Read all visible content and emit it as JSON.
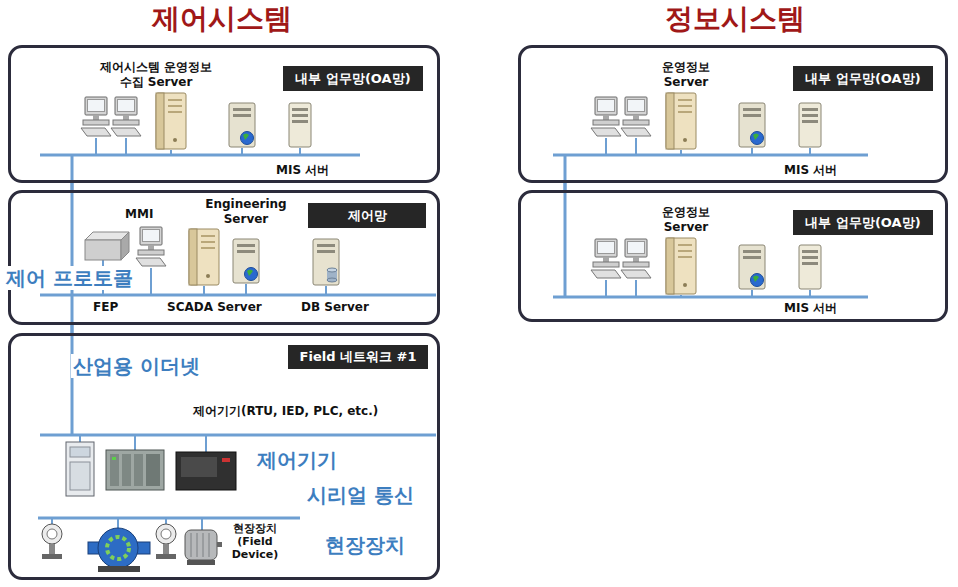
{
  "diagram": {
    "nodes": [
      {
        "text": [
          "제어시스템 운영정보 수집 Server",
          "MIS 서버"
        ]
      },
      {
        "text": [
          "내부 업무망(OA망)"
        ],
        "in": 0
      },
      {
        "text": [
          "MMI",
          "Engineering Server",
          "FEP",
          "SCADA Server",
          "DB Server"
        ]
      },
      {
        "text": [
          "제어망"
        ],
        "in": 2
      },
      {
        "text": [
          "산업용 이더넷",
          "제어기기(RTU, IED, PLC, etc.)",
          "제어기기",
          "시리얼 통신",
          "현장장치 (Field Device)",
          "현장장치"
        ]
      },
      {
        "text": [
          "Field 네트워크 #1"
        ],
        "in": 4
      },
      {
        "text": [
          "운영정보 Server",
          "MIS 서버"
        ]
      },
      {
        "text": [
          "내부 업무망(OA망)"
        ],
        "in": 6
      },
      {
        "text": [
          "운영정보 Server",
          "MIS 서버"
        ]
      },
      {
        "text": [
          "내부 업무망(OA망)"
        ],
        "in": 8
      }
    ],
    "edges": [
      {
        "from": 0,
        "to": 2,
        "arrow": "none"
      },
      {
        "from": 2,
        "to": 4,
        "arrow": "none"
      },
      {
        "from": 6,
        "to": 8,
        "arrow": "none"
      }
    ],
    "labels": [
      "제어시스템",
      "정보시스템",
      "제어 프로토콜"
    ]
  }
}
